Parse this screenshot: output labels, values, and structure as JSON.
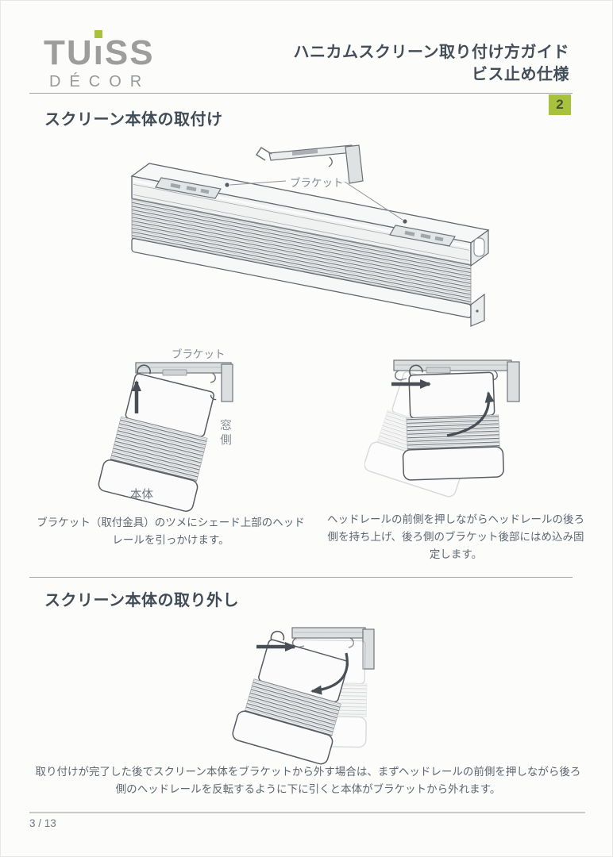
{
  "colors": {
    "accent_green": "#a8c23c",
    "heading_text": "#414c57",
    "body_text": "#5d6772"
  },
  "header": {
    "logo": {
      "brand_pre": "TU",
      "brand_i": "ı",
      "brand_post": "SS",
      "tagline": "DÉCOR"
    },
    "title_line1": "ハニカムスクリーン取り付け方ガイド",
    "title_line2": "ビス止め仕様",
    "page_badge": "2"
  },
  "sections": {
    "install": {
      "heading": "スクリーン本体の取付け",
      "labels": {
        "bracket_overview": "ブラケット",
        "bracket_detail": "ブラケット",
        "window_side": "窓側",
        "body": "本体"
      },
      "caption_left": "ブラケット（取付金具）のツメにシェード上部のヘッドレールを引っかけます。",
      "caption_right": "ヘッドレールの前側を押しながらヘッドレールの後ろ側を持ち上げ、後ろ側のブラケット後部にはめ込み固定します。"
    },
    "remove": {
      "heading": "スクリーン本体の取り外し",
      "caption": "取り付けが完了した後でスクリーン本体をブラケットから外す場合は、まずヘッドレールの前側を押しながら後ろ側のヘッドレールを反転するように下に引くと本体がブラケットから外れます。"
    }
  },
  "footer": {
    "page_indicator": "3 / 13"
  }
}
